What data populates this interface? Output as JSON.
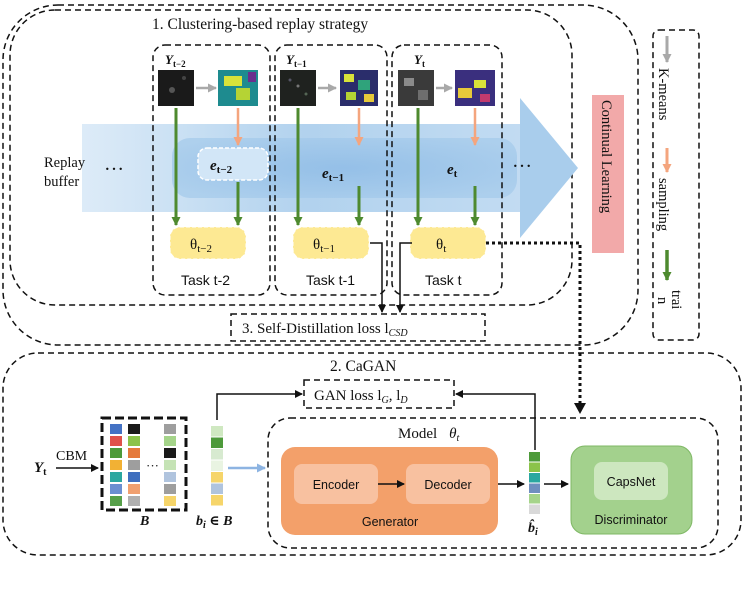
{
  "section1": {
    "title": "1. Clustering-based replay strategy"
  },
  "section2": {
    "title": "2. CaGAN"
  },
  "section3": {
    "label": "3. Self-Distillation loss l",
    "sub": "CSD"
  },
  "continual_learning": "Continual Learning",
  "replay_buffer": {
    "line1": "Replay",
    "line2": "buffer",
    "dots_left": "…",
    "dots_right": "…"
  },
  "tasks": [
    {
      "y_base": "Y",
      "y_sub": "t−2",
      "e_base": "e",
      "e_sub": "t−2",
      "theta_base": "θ",
      "theta_sub": "t−2",
      "label": "Task t-2"
    },
    {
      "y_base": "Y",
      "y_sub": "t−1",
      "e_base": "e",
      "e_sub": "t−1",
      "theta_base": "θ",
      "theta_sub": "t−1",
      "label": "Task t-1"
    },
    {
      "y_base": "Y",
      "y_sub": "t",
      "e_base": "e",
      "e_sub": "t",
      "theta_base": "θ",
      "theta_sub": "t",
      "label": "Task t"
    }
  ],
  "legend": {
    "kmeans": "K-means",
    "sampling": "sampling",
    "train_line1": "trai",
    "train_line2": "n"
  },
  "cagan": {
    "input_base": "Y",
    "input_sub": "t",
    "cbm": "CBM",
    "matrix_label": "B",
    "matrix_dots": "···",
    "bi_label": "b",
    "bi_sub": "i",
    "bi_rest": " ∈ B",
    "gan_loss": "GAN loss l",
    "gan_sub_g": "G",
    "gan_sep": ", l",
    "gan_sub_d": "D",
    "model_label": "Model",
    "model_theta": "θ",
    "model_theta_sub": "t",
    "encoder": "Encoder",
    "decoder": "Decoder",
    "generator": "Generator",
    "capsnet": "CapsNet",
    "discriminator": "Discriminator",
    "bhat_label": "b̂",
    "bhat_sub": "i"
  },
  "colors": {
    "train_arrow": "#4e8a2f",
    "sampling_arrow": "#f4a57e",
    "kmeans_arrow": "#a9a9a9",
    "theta_box": "#fde993",
    "generator": "#f3a06a",
    "discriminator": "#a3d18d",
    "continual_learning": "#f2a9a9",
    "replay_band": "#a9cdec"
  }
}
